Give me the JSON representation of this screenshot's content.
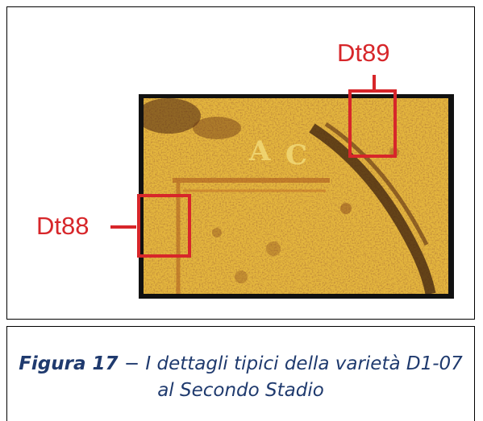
{
  "figure": {
    "callouts": [
      {
        "id": "dt89",
        "label": "Dt89"
      },
      {
        "id": "dt88",
        "label": "Dt88"
      }
    ],
    "colors": {
      "callout": "#d7262a",
      "stamp_yellow": "#e9c445",
      "stamp_brown": "#8a4a1c",
      "frame": "#111111",
      "caption": "#1f3a6e"
    }
  },
  "caption": {
    "figure_number": "Figura 17",
    "text": " − I dettagli tipici della varietà D1-07 al Secondo Stadio"
  }
}
